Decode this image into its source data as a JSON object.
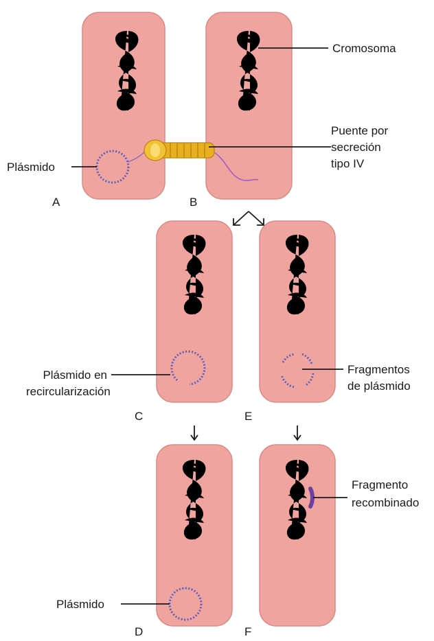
{
  "labels": {
    "cromosoma": "Cromosoma",
    "puente_l1": "Puente por",
    "puente_l2": "secreción",
    "puente_l3": "tipo IV",
    "plasmido_top": "Plásmido",
    "recirc_l1": "Plásmido en",
    "recirc_l2": "recircularización",
    "fragmentos_l1": "Fragmentos",
    "fragmentos_l2": "de plásmido",
    "recomb_l1": "Fragmento",
    "recomb_l2": "recombinado",
    "plasmido_bottom": "Plásmido"
  },
  "cell_letters": {
    "a": "A",
    "b": "B",
    "c": "C",
    "d": "D",
    "e": "E",
    "f": "F"
  },
  "colors": {
    "cell_fill": "#f0a4a0",
    "chromosome": "#3aa852",
    "plasmid": "#5b5fb8",
    "pilus": "#e8b020"
  }
}
